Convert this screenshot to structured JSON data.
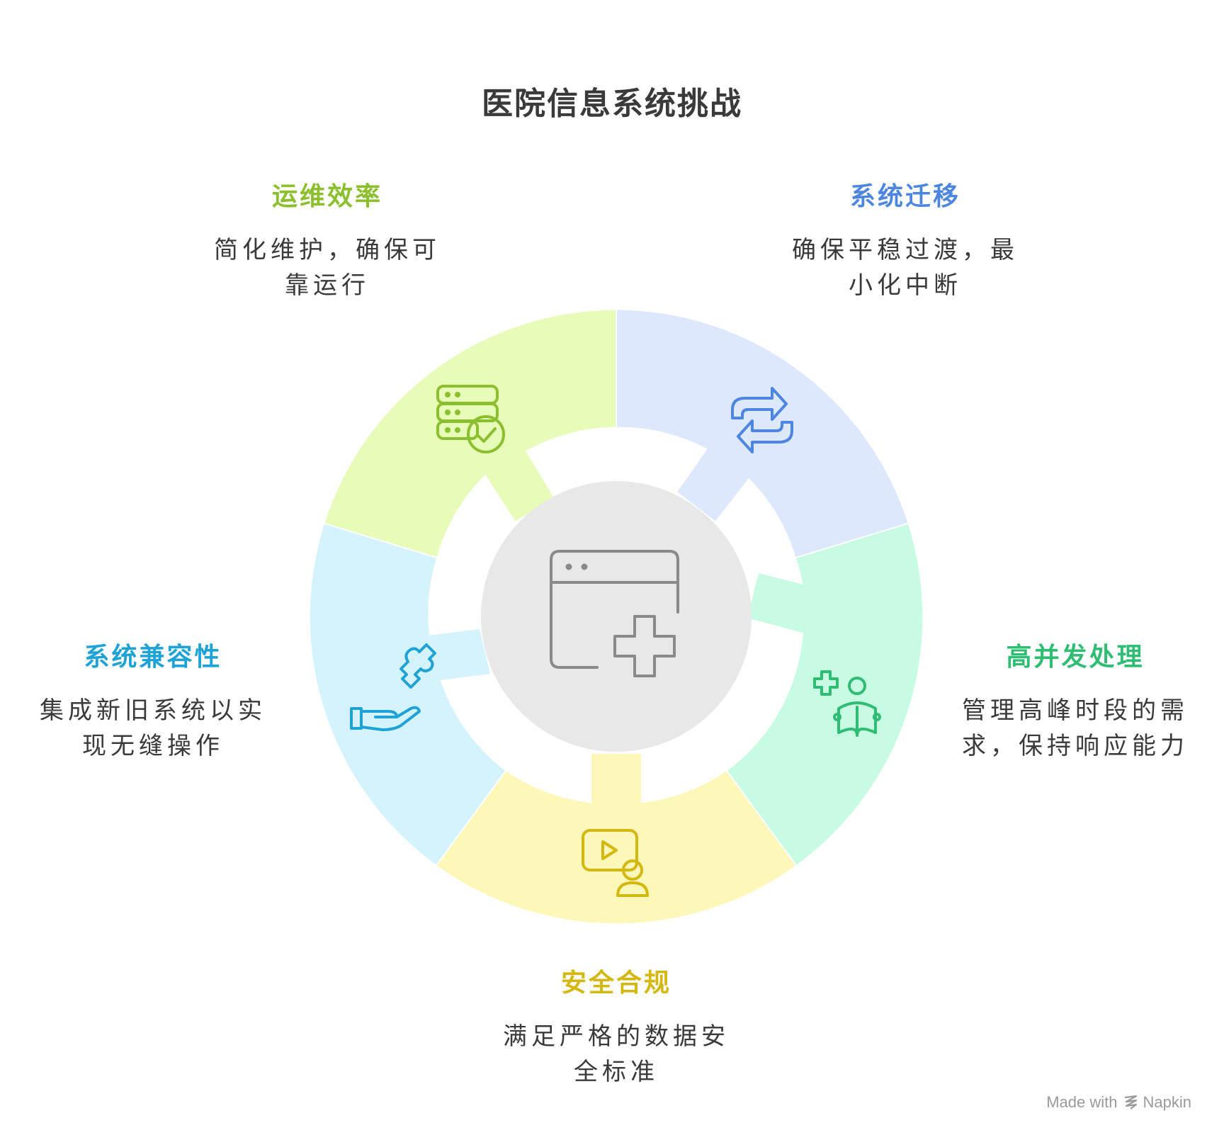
{
  "title": "医院信息系统挑战",
  "segments": [
    {
      "id": "ops",
      "title": "运维效率",
      "desc_line1": "简化维护，确保可",
      "desc_line2": "靠运行",
      "color": "#8cbf2e",
      "fill": "#e8fcb9",
      "icon": "server-check-icon"
    },
    {
      "id": "migration",
      "title": "系统迁移",
      "desc_line1": "确保平稳过渡，最",
      "desc_line2": "小化中断",
      "color": "#4d86e0",
      "fill": "#dde8fd",
      "icon": "swap-arrows-icon"
    },
    {
      "id": "concurrency",
      "title": "高并发处理",
      "desc_line1": "管理高峰时段的需",
      "desc_line2": "求，保持响应能力",
      "color": "#2fbd74",
      "fill": "#c8fbe4",
      "icon": "medical-reader-icon"
    },
    {
      "id": "security",
      "title": "安全合规",
      "desc_line1": "满足严格的数据安",
      "desc_line2": "全标准",
      "color": "#d4b70f",
      "fill": "#fdf7b9",
      "icon": "video-user-icon"
    },
    {
      "id": "compat",
      "title": "系统兼容性",
      "desc_line1": "集成新旧系统以实",
      "desc_line2": "现无缝操作",
      "color": "#1fa3d6",
      "fill": "#d4f3fc",
      "icon": "puzzle-hand-icon"
    }
  ],
  "center": {
    "icon": "window-medical-icon",
    "fill": "#e8e8e8"
  },
  "watermark": {
    "made_with": "Made with",
    "brand": "Napkin"
  }
}
